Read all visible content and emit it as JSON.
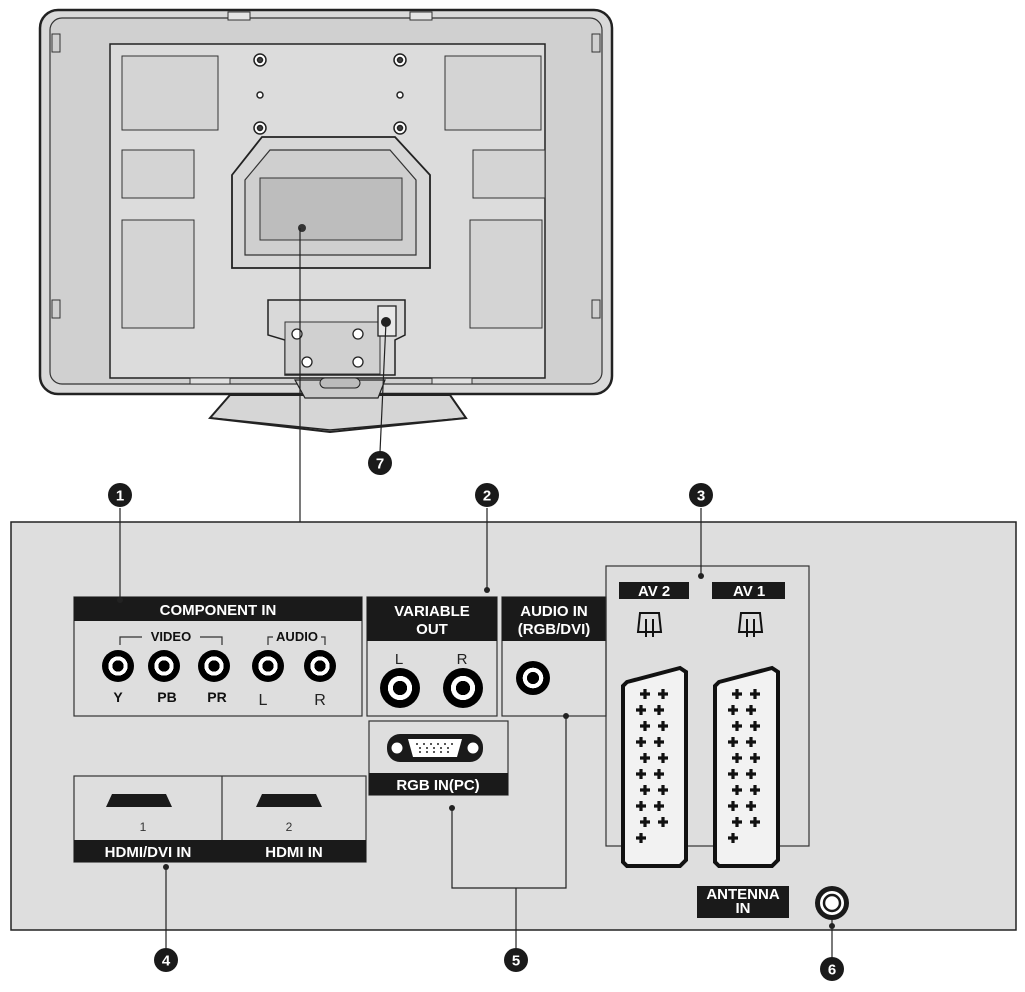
{
  "callouts": {
    "c1": "1",
    "c2": "2",
    "c3": "3",
    "c4": "4",
    "c5": "5",
    "c6": "6",
    "c7": "7"
  },
  "component": {
    "title": "COMPONENT IN",
    "video_label": "VIDEO",
    "audio_label": "AUDIO",
    "y": "Y",
    "pb": "PB",
    "pr": "PR",
    "l": "L",
    "r": "R"
  },
  "variable_out": {
    "title_line1": "VARIABLE",
    "title_line2": "OUT",
    "l": "L",
    "r": "R"
  },
  "audio_in": {
    "title_line1": "AUDIO IN",
    "title_line2": "(RGB/DVI)"
  },
  "rgb_in": {
    "title": "RGB IN(PC)"
  },
  "av": {
    "av2": "AV 2",
    "av1": "AV 1"
  },
  "hdmi": {
    "port1_num": "1",
    "port2_num": "2",
    "hdmi1_label": "HDMI/DVI IN",
    "hdmi2_label": "HDMI IN"
  },
  "antenna": {
    "line1": "ANTENNA",
    "line2": "IN"
  }
}
